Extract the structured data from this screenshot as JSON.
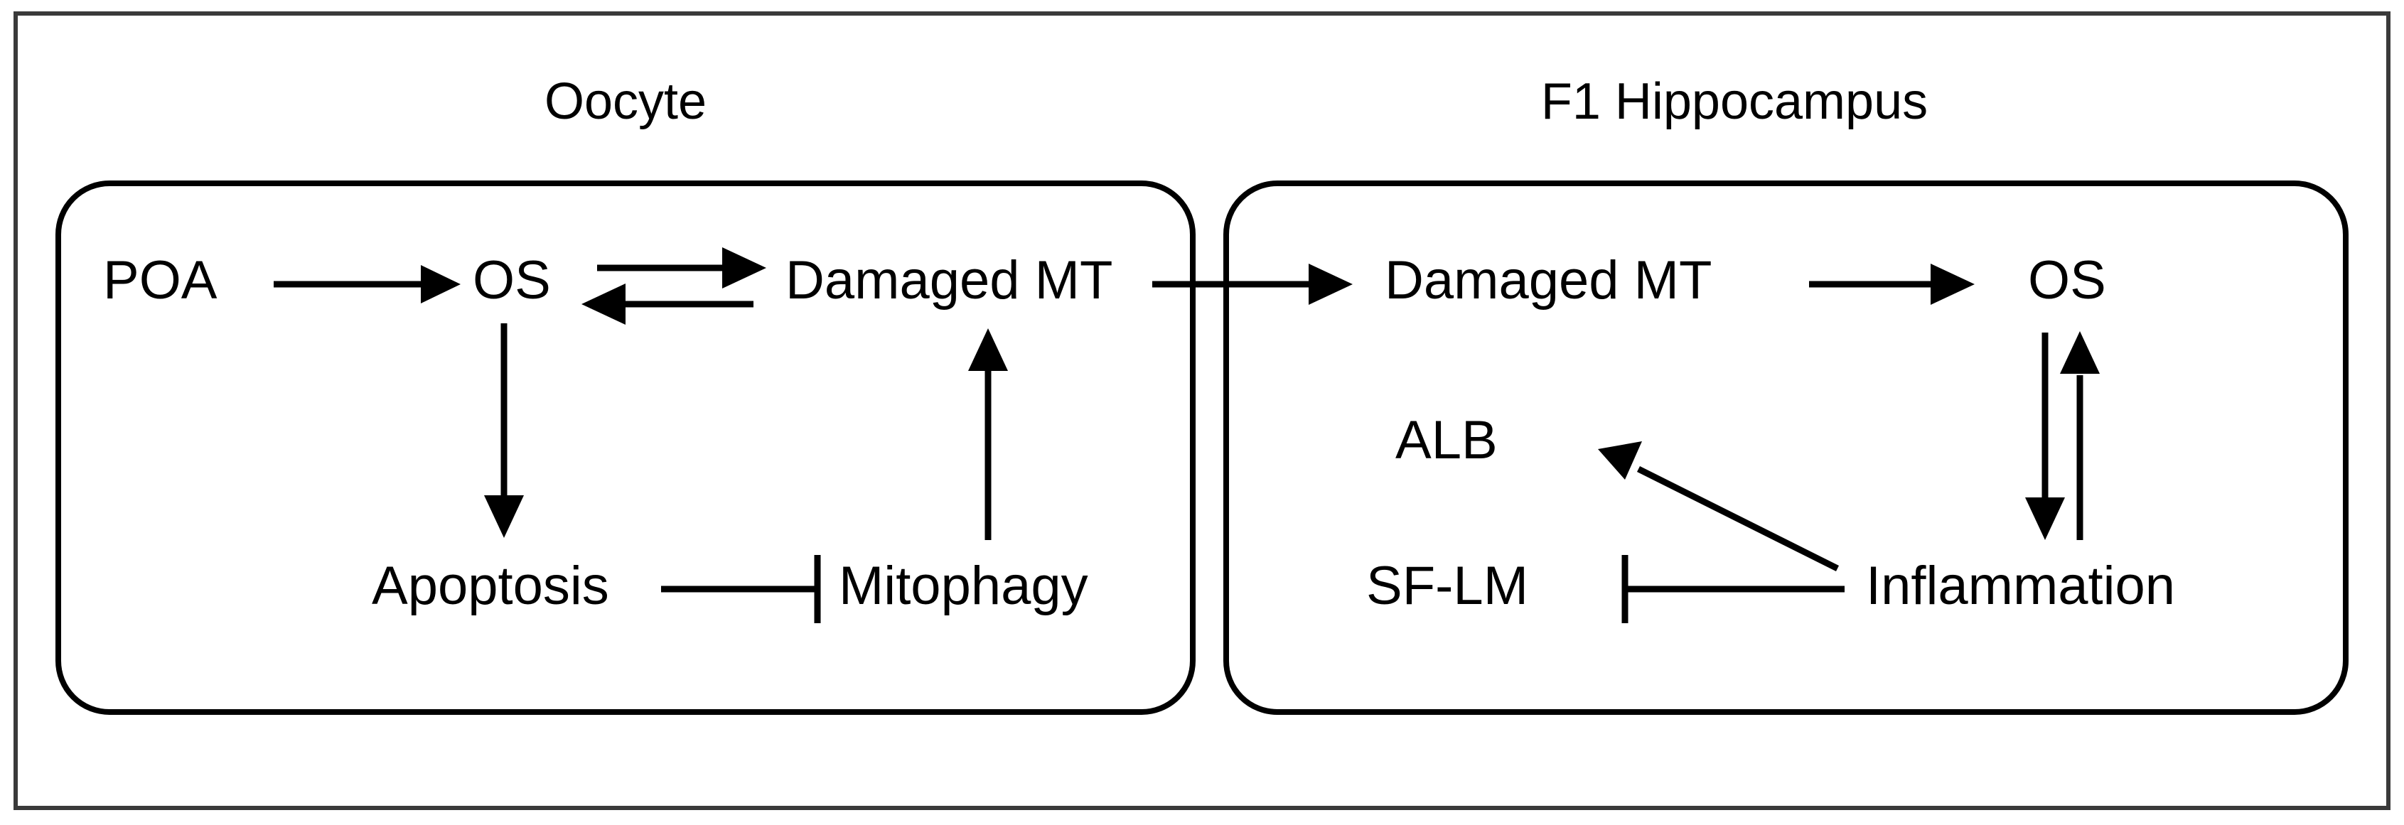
{
  "figure": {
    "kind": "pathway-diagram",
    "background_color": "#ffffff",
    "line_color": "#000000",
    "frame_color": "#3a3a3a"
  },
  "panels": [
    {
      "id": "oocyte",
      "title": "Oocyte",
      "nodes": [
        {
          "id": "poa",
          "label": "POA"
        },
        {
          "id": "os",
          "label": "OS"
        },
        {
          "id": "damaged_mt",
          "label": "Damaged MT"
        },
        {
          "id": "apoptosis",
          "label": "Apoptosis"
        },
        {
          "id": "mitophagy",
          "label": "Mitophagy"
        }
      ],
      "edges": [
        {
          "from": "poa",
          "to": "os",
          "type": "activation"
        },
        {
          "from": "os",
          "to": "damaged_mt",
          "type": "activation"
        },
        {
          "from": "damaged_mt",
          "to": "os",
          "type": "activation"
        },
        {
          "from": "os",
          "to": "apoptosis",
          "type": "activation"
        },
        {
          "from": "mitophagy",
          "to": "damaged_mt",
          "type": "activation"
        },
        {
          "from": "mitophagy",
          "to": "apoptosis",
          "type": "inhibition"
        }
      ]
    },
    {
      "id": "f1_hippocampus",
      "title": "F1 Hippocampus",
      "nodes": [
        {
          "id": "damaged_mt_r",
          "label": "Damaged MT"
        },
        {
          "id": "os_r",
          "label": "OS"
        },
        {
          "id": "alb",
          "label": "ALB"
        },
        {
          "id": "sf_lm",
          "label": "SF-LM"
        },
        {
          "id": "inflammation",
          "label": "Inflammation"
        }
      ],
      "edges": [
        {
          "from": "damaged_mt_r",
          "to": "os_r",
          "type": "activation"
        },
        {
          "from": "os_r",
          "to": "inflammation",
          "type": "activation"
        },
        {
          "from": "inflammation",
          "to": "os_r",
          "type": "activation"
        },
        {
          "from": "inflammation",
          "to": "alb",
          "type": "activation"
        },
        {
          "from": "inflammation",
          "to": "sf_lm",
          "type": "inhibition"
        }
      ]
    }
  ],
  "cross_panel_edges": [
    {
      "from": "damaged_mt",
      "to": "damaged_mt_r",
      "type": "activation"
    }
  ],
  "labels": {
    "panel_oocyte_title": "Oocyte",
    "panel_f1_title": "F1 Hippocampus",
    "poa": "POA",
    "os_left": "OS",
    "damaged_mt_left": "Damaged MT",
    "apoptosis": "Apoptosis",
    "mitophagy": "Mitophagy",
    "damaged_mt_right": "Damaged MT",
    "os_right": "OS",
    "alb": "ALB",
    "sf_lm": "SF-LM",
    "inflammation": "Inflammation"
  }
}
